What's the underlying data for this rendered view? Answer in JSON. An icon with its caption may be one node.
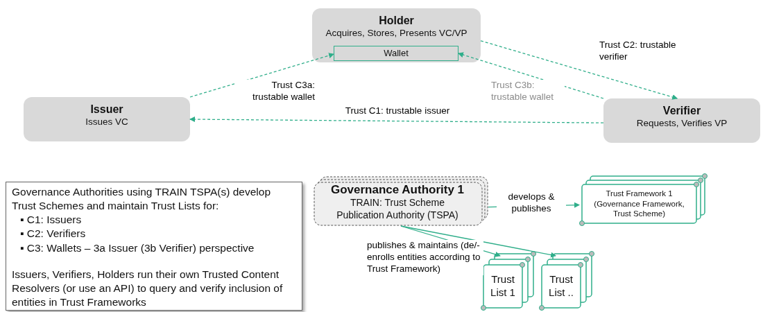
{
  "diagram": {
    "nodes": [
      {
        "text": [
          "Holder",
          "Acquires, Stores, Presents VC/VP"
        ]
      },
      {
        "text": [
          "Wallet"
        ],
        "in": 0
      },
      {
        "text": [
          "Issuer",
          "Issues VC"
        ]
      },
      {
        "text": [
          "Verifier",
          "Requests, Verifies VP"
        ]
      },
      {
        "text": [
          "Governance Authorities using TRAIN TSPA(s) develop Trust Schemes and maintain Trust Lists for:",
          "▪ C1: Issuers",
          "▪ C2: Verifiers",
          "▪ C3: Wallets – 3a Issuer (3b Verifier) perspective",
          "Issuers, Verifiers, Holders run their own Trusted Content Resolvers (or use an API) to query and verify inclusion of entities in Trust Frameworks"
        ]
      },
      {
        "text": [
          "Governance Authority 1",
          "TRAIN: Trust Scheme Publication Authority (TSPA)"
        ]
      },
      {
        "text": [
          "Trust Framework 1 (Governance Framework, Trust Scheme)"
        ]
      },
      {
        "text": [
          "Trust List 1"
        ]
      },
      {
        "text": [
          "Trust List .."
        ]
      }
    ],
    "edges": [
      {
        "from": 0,
        "to": 3,
        "arrow": "to",
        "label": "Trust C2: trustable verifier",
        "style": "dashed"
      },
      {
        "from": 2,
        "to": 1,
        "arrow": "to",
        "label": "Trust C3a: trustable wallet",
        "style": "dashed"
      },
      {
        "from": 3,
        "to": 1,
        "arrow": "to",
        "label": "Trust C3b: trustable wallet",
        "style": "dashed"
      },
      {
        "from": 3,
        "to": 2,
        "arrow": "to",
        "label": "Trust C1: trustable issuer",
        "style": "dashed"
      },
      {
        "from": 5,
        "to": 6,
        "arrow": "to",
        "label": "develops & publishes"
      },
      {
        "from": 5,
        "to": 7,
        "arrow": "to",
        "label": "publishes & maintains (de/-enrolls entities according to Trust Framework)"
      },
      {
        "from": 5,
        "to": 8,
        "arrow": "to"
      }
    ]
  }
}
